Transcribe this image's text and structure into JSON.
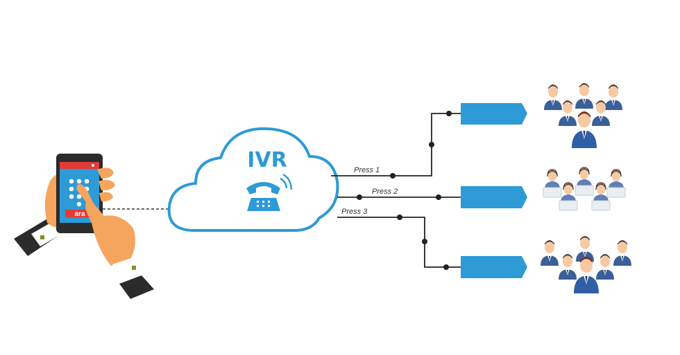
{
  "ivr": {
    "title": "IVR",
    "icon": "telephone-icon"
  },
  "phone": {
    "screen_label": "ara",
    "icon": "smartphone-keypad-icon"
  },
  "branches": [
    {
      "press_label": "Press 1",
      "group_icon": "business-team-icon"
    },
    {
      "press_label": "Press 2",
      "group_icon": "call-center-agents-icon"
    },
    {
      "press_label": "Press 3",
      "group_icon": "professionals-group-icon"
    }
  ],
  "colors": {
    "accent_blue": "#2e9ad6",
    "line": "#222222",
    "phone_red": "#e53935",
    "skin": "#f5a55e",
    "suit_navy": "#2f4b7c",
    "cuff": "#2b2b2b"
  }
}
